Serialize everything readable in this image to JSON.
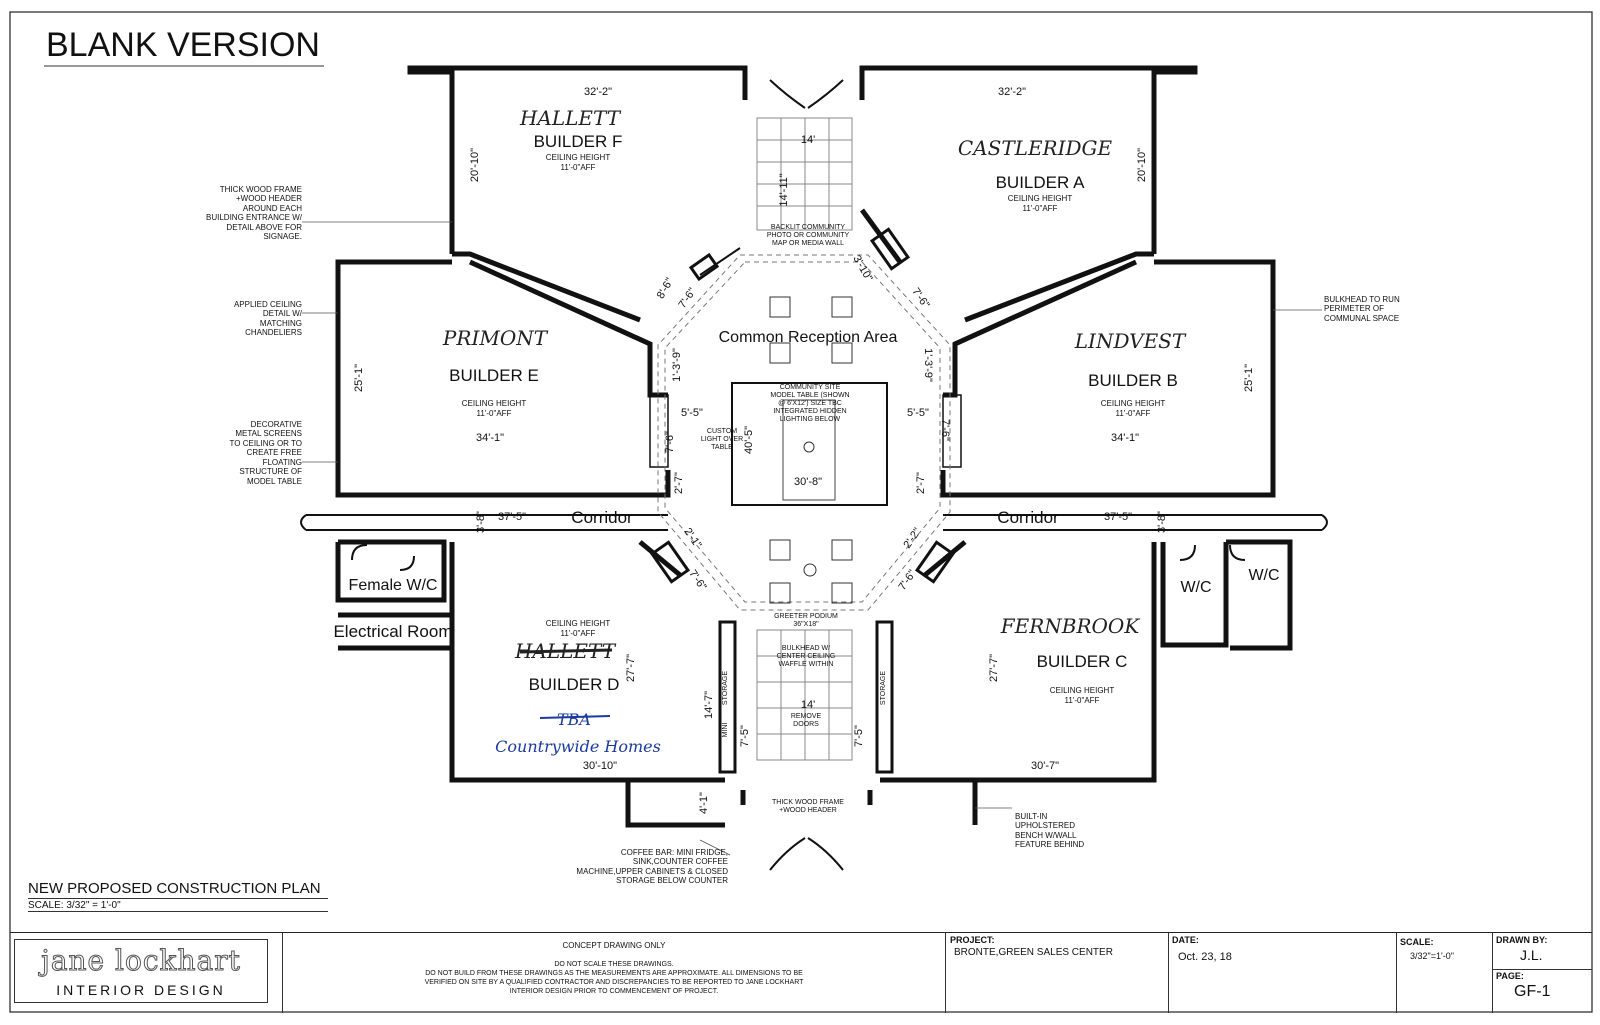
{
  "sheet": {
    "title": "BLANK VERSION",
    "plan_title": "NEW PROPOSED CONSTRUCTION PLAN",
    "scale_note": "SCALE: 3/32\" = 1'-0\""
  },
  "areas": {
    "reception": "Common Reception Area",
    "corridor_left": "Corridor",
    "corridor_right": "Corridor",
    "female_wc": "Female W/C",
    "electrical": "Electrical Room",
    "wc_1": "W/C",
    "wc_2": "W/C",
    "storage": "STORAGE",
    "mini": "MINI"
  },
  "builders": {
    "a": {
      "name": "BUILDER A",
      "ceiling": "CEILING HEIGHT",
      "height": "11'-0\"AFF",
      "handwritten": "CASTLERIDGE"
    },
    "b": {
      "name": "BUILDER B",
      "ceiling": "CEILING HEIGHT",
      "height": "11'-0\"AFF",
      "handwritten": "LINDVEST"
    },
    "c": {
      "name": "BUILDER C",
      "ceiling": "CEILING HEIGHT",
      "height": "11'-0\"AFF",
      "handwritten": "FERNBROOK"
    },
    "d": {
      "name": "BUILDER D",
      "ceiling": "CEILING HEIGHT",
      "height": "11'-0\"AFF",
      "handwritten_struck": "HALLETT",
      "handwritten_struck_2": "TBA",
      "handwritten_blue": "Countrywide Homes"
    },
    "e": {
      "name": "BUILDER E",
      "ceiling": "CEILING HEIGHT",
      "height": "11'-0\"AFF",
      "handwritten": "PRIMONT"
    },
    "f": {
      "name": "BUILDER F",
      "ceiling": "CEILING HEIGHT",
      "height": "11'-0\"AFF",
      "handwritten": "HALLETT"
    }
  },
  "dimensions": {
    "f_width": "32'-2\"",
    "f_depth": "20'-10\"",
    "a_width": "32'-2\"",
    "a_depth": "20'-10\"",
    "e_width": "34'-1\"",
    "e_depth": "25'-1\"",
    "b_width": "34'-1\"",
    "b_depth": "25'-1\"",
    "corridor_l": "37'-5\"",
    "corridor_r": "37'-5\"",
    "corridor_w_l": "3'-8\"",
    "corridor_w_r": "3'-8\"",
    "d_width": "30'-10\"",
    "d_depth": "27'-7\"",
    "c_width": "30'-7\"",
    "c_depth": "27'-7\"",
    "top_alcove": "14'",
    "top_alcove_depth": "14'-11\"",
    "bottom_alcove": "14'",
    "center_width": "30'-8\"",
    "center_depth": "40'-5\"",
    "side_l": "5'-5\"",
    "side_r": "5'-5\"",
    "niche_l": "7'-6\"",
    "niche_r": "7'-6\"",
    "diag_1": "7'-6\"",
    "diag_2": "7'-6\"",
    "diag_3": "7'-6\"",
    "diag_4": "7'-6\"",
    "d_8_6": "8'-6\"",
    "d_3_10": "3'-10\"",
    "d_1_3_9": "1'-3'-9\"",
    "d_1_3_9r": "1'-3'-9\"",
    "d_2_7l": "2'-7\"",
    "d_2_7r": "2'-7\"",
    "d_2_2": "2'-2\"",
    "d_2_1": "2'-1\"",
    "d_14_7": "14'-7\"",
    "d_4_1": "4'-1\"",
    "d_7_5l": "7'-5\"",
    "d_7_5r": "7'-5\""
  },
  "notes": {
    "thick_frame": "THICK WOOD FRAME +WOOD HEADER AROUND EACH BUILDING ENTRANCE W/ DETAIL ABOVE FOR SIGNAGE.",
    "applied_ceiling": "APPLIED CEILING DETAIL W/ MATCHING CHANDELIERS",
    "decorative_metal": "DECORATIVE METAL SCREENS TO CEILING OR TO CREATE FREE FLOATING STRUCTURE OF MODEL TABLE",
    "bulkhead_perimeter": "BULKHEAD TO RUN PERIMETER OF COMMUNAL SPACE",
    "backlit": "BACKLIT COMMUNITY PHOTO OR COMMUNITY MAP OR MEDIA WALL",
    "model_table": "COMMUNITY SITE MODEL TABLE (SHOWN @ 6'X12') SIZE TBC INTEGRATED HIDDEN LIGHTING BELOW",
    "custom_light": "CUSTOM LIGHT OVER TABLE",
    "greeter": "GREETER PODIUM 36\"X18\"",
    "bulkhead_center": "BULKHEAD W/ CENTER CEILING WAFFLE WITHIN",
    "remove_doors": "REMOVE DOORS",
    "thick_frame_bottom": "THICK WOOD FRAME +WOOD HEADER",
    "built_in": "BUILT-IN UPHOLSTERED BENCH W/WALL FEATURE BEHIND",
    "coffee_bar": "COFFEE BAR: MINI FRIDGE, SINK,COUNTER COFFEE MACHINE,UPPER CABINETS & CLOSED STORAGE BELOW COUNTER"
  },
  "title_block": {
    "logo_name": "jane lockhart",
    "logo_sub": "INTERIOR DESIGN",
    "concept": "CONCEPT DRAWING ONLY",
    "disclaimer_1": "DO NOT SCALE THESE DRAWINGS.",
    "disclaimer_2": "DO NOT BUILD FROM THESE DRAWINGS AS THE MEASUREMENTS ARE APPROXIMATE. ALL DIMENSIONS TO BE",
    "disclaimer_3": "VERIFIED ON SITE BY A QUALIFIED CONTRACTOR AND DISCREPANCIES TO BE REPORTED TO JANE LOCKHART",
    "disclaimer_4": "INTERIOR DESIGN PRIOR TO COMMENCEMENT OF PROJECT.",
    "project_label": "PROJECT:",
    "project_value": "BRONTE,GREEN SALES CENTER",
    "date_label": "DATE:",
    "date_value": "Oct. 23, 18",
    "scale_label": "SCALE:",
    "scale_value": "3/32\"=1'-0\"",
    "drawn_label": "DRAWN BY:",
    "drawn_value": "J.L.",
    "page_label": "PAGE:",
    "page_value": "GF-1"
  }
}
